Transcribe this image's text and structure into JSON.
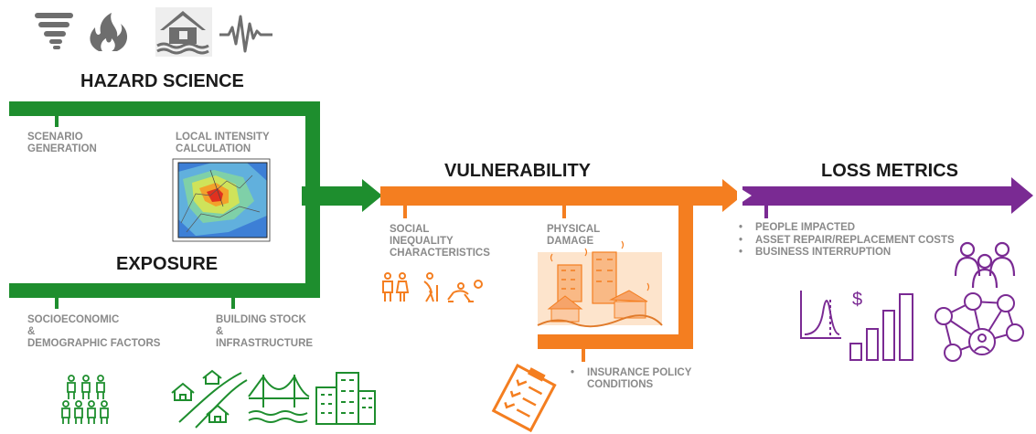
{
  "hazard_science": {
    "title": "HAZARD SCIENCE",
    "icons": [
      "tornado-icon",
      "wildfire-icon",
      "flood-house-icon",
      "seismograph-icon"
    ],
    "scenario_generation": "SCENARIO\nGENERATION",
    "local_intensity": "LOCAL INTENSITY\nCALCULATION"
  },
  "exposure": {
    "title": "EXPOSURE",
    "socioeconomic": "SOCIOECONOMIC\n&\nDEMOGRAPHIC FACTORS",
    "building_stock": "BUILDING STOCK\n&\nINFRASTRUCTURE",
    "icons": [
      "population-icon",
      "houses-road-icon",
      "bridge-icon",
      "buildings-icon"
    ]
  },
  "vulnerability": {
    "title": "VULNERABILITY",
    "social": "SOCIAL\nINEQUALITY\nCHARACTERISTICS",
    "physical": "PHYSICAL\nDAMAGE",
    "insurance": "INSURANCE POLICY\nCONDITIONS",
    "icons": [
      "accessibility-people-icon",
      "damaged-buildings-icon",
      "checklist-icon"
    ]
  },
  "loss_metrics": {
    "title": "LOSS METRICS",
    "items": [
      "PEOPLE IMPACTED",
      "ASSET REPAIR/REPLACEMENT COSTS",
      "BUSINESS INTERRUPTION"
    ],
    "icons": [
      "people-group-icon",
      "distribution-chart-icon",
      "network-icon"
    ]
  },
  "colors": {
    "green": "#1e8e2e",
    "orange": "#f47e20",
    "purple": "#7a2a93",
    "gray_icon": "#6e6e6e",
    "text_gray": "#8a8a8a"
  }
}
